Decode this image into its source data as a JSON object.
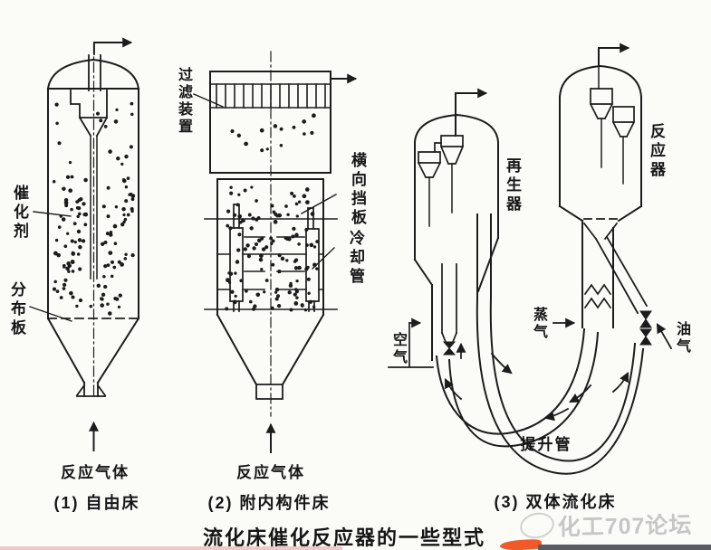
{
  "figure": {
    "title": "流化床催化反应器的一些型式",
    "watermark": "化工707论坛"
  },
  "diagram1": {
    "caption": "(1) 自由床",
    "labels": {
      "catalyst": "催化剂",
      "distributor": "分布板",
      "feed_gas": "反应气体"
    }
  },
  "diagram2": {
    "caption": "(2) 附内构件床",
    "labels": {
      "filter": "过滤装置",
      "baffle": "横向挡板",
      "cooling_tube": "冷却管",
      "feed_gas": "反应气体"
    }
  },
  "diagram3": {
    "caption": "(3) 双体流化床",
    "labels": {
      "regenerator": "再生器",
      "reactor": "反应器",
      "steam": "蒸气",
      "oil_gas": "油气",
      "air": "空气",
      "riser": "提升管"
    }
  },
  "colors": {
    "ink": "#1c1c1c",
    "background": "#fbfbf8",
    "watermark_gray": "#c6c6c6",
    "accent_orange": "#f05a28",
    "bottom_bar_gray": "#5a5a64",
    "bottom_strip_pink": "#f0c9c6"
  }
}
